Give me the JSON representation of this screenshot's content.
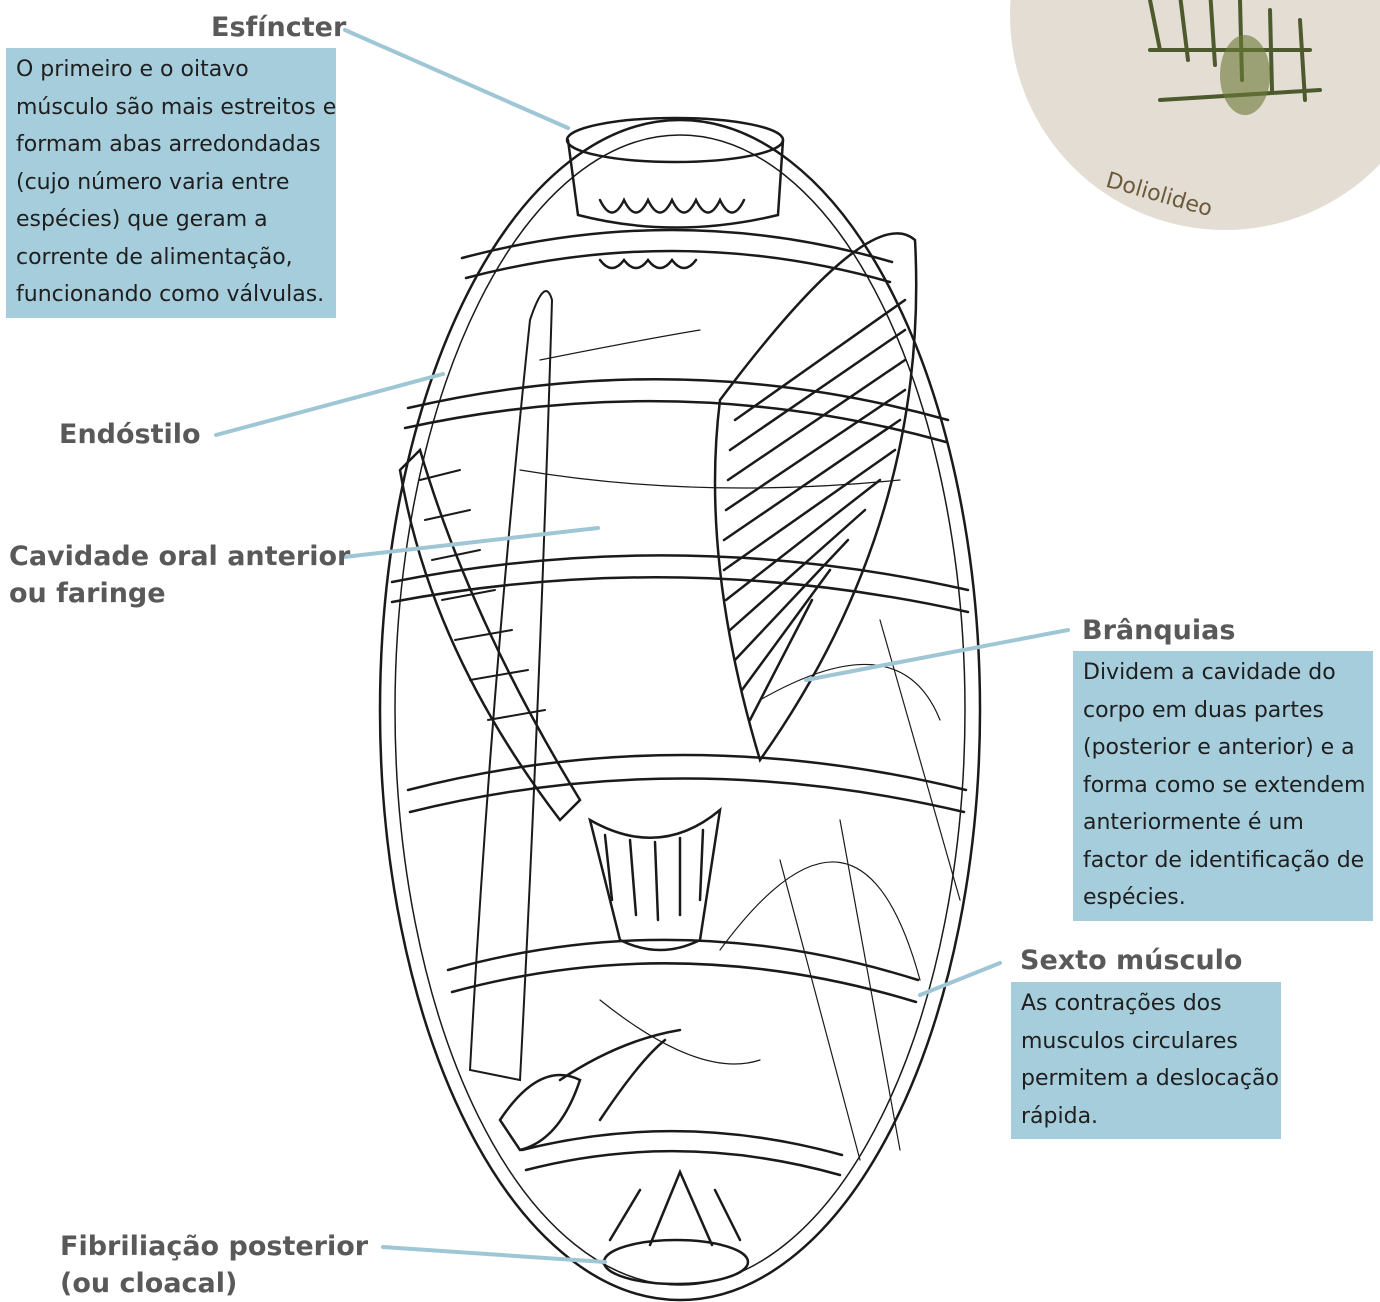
{
  "labels": {
    "esfincter": "Esfíncter",
    "endostilo": "Endóstilo",
    "cavidade_l1": "Cavidade oral anterior",
    "cavidade_l2": "ou faringe",
    "branquias": "Brânquias",
    "sexto": "Sexto músculo",
    "fibriliacao_l1": "Fibriliação posterior",
    "fibriliacao_l2": "(ou cloacal)"
  },
  "boxes": {
    "esfincter": [
      "O primeiro e o oitavo",
      "músculo são mais estreitos e",
      "formam abas arredondadas",
      "(cujo número varia entre",
      "espécies) que geram a",
      "corrente de alimentação,",
      "funcionando como válvulas."
    ],
    "branquias": [
      "Dividem a cavidade do",
      "corpo em duas partes",
      "(posterior e anterior) e a",
      "forma como se extendem",
      "anteriormente é um",
      "factor de identificação de",
      "espécies."
    ],
    "sexto": [
      "As contrações dos",
      "musculos circulares",
      "permitem a deslocação",
      "rápida."
    ]
  },
  "inset": {
    "caption": "Doliolideo"
  },
  "colors": {
    "box_fill": "#a6cddb",
    "leader_line": "#9ec6d4",
    "label_text": "#595959",
    "drawing_ink": "#1a1a1a"
  }
}
